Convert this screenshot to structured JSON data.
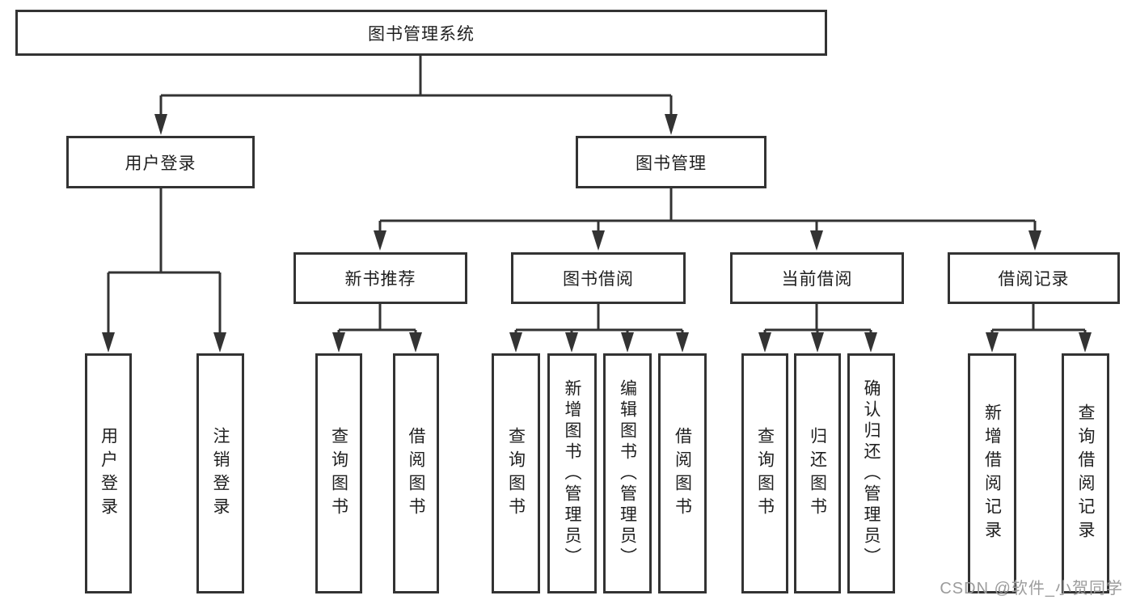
{
  "colors": {
    "line": "#333333",
    "text": "#1f1f1f",
    "watermark": "#9c9c9c",
    "background": "#ffffff"
  },
  "watermark": {
    "text": "CSDN @软件_小贺同学"
  },
  "tree": {
    "label": "图书管理系统",
    "children": [
      {
        "label": "用户登录",
        "children": [
          {
            "label": "用户登录"
          },
          {
            "label": "注销登录"
          }
        ]
      },
      {
        "label": "图书管理",
        "children": [
          {
            "label": "新书推荐",
            "children": [
              {
                "label": "查询图书"
              },
              {
                "label": "借阅图书"
              }
            ]
          },
          {
            "label": "图书借阅",
            "children": [
              {
                "label": "查询图书"
              },
              {
                "label": "新增图书（管理员）"
              },
              {
                "label": "编辑图书（管理员）"
              },
              {
                "label": "借阅图书"
              }
            ]
          },
          {
            "label": "当前借阅",
            "children": [
              {
                "label": "查询图书"
              },
              {
                "label": "归还图书"
              },
              {
                "label": "确认归还（管理员）"
              }
            ]
          },
          {
            "label": "借阅记录",
            "children": [
              {
                "label": "新增借阅记录"
              },
              {
                "label": "查询借阅记录"
              }
            ]
          }
        ]
      }
    ]
  }
}
